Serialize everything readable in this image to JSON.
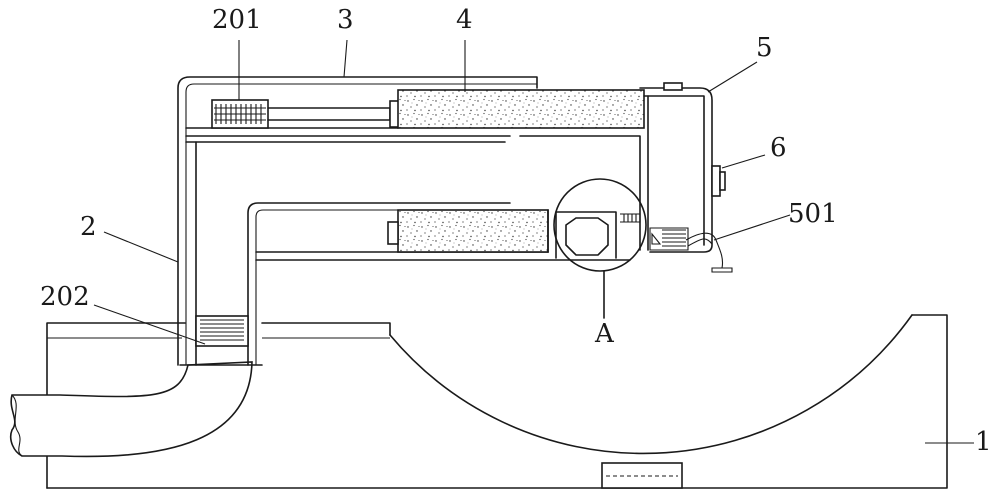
{
  "labels": {
    "l1": "1",
    "l2": "2",
    "l3": "3",
    "l4": "4",
    "l5": "5",
    "l6": "6",
    "l201": "201",
    "l202": "202",
    "l501": "501",
    "lA": "A"
  }
}
